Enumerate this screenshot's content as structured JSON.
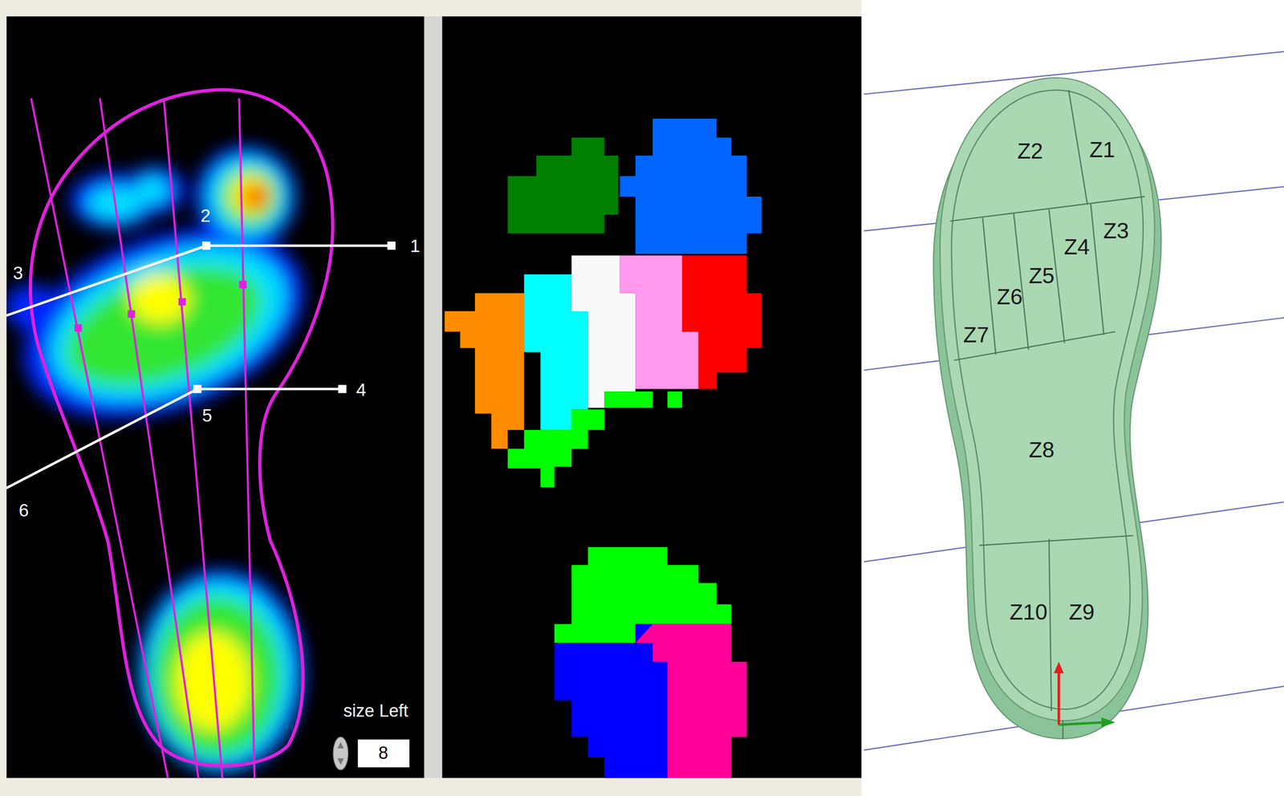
{
  "diagram": {
    "labels": [
      "1",
      "2",
      "3",
      "4",
      "5",
      "6",
      "size Left",
      "8",
      "Z2",
      "Z1",
      "Z3",
      "Z4",
      "Z5",
      "Z6",
      "Z7",
      "Z8",
      "Z10",
      "Z9"
    ]
  }
}
